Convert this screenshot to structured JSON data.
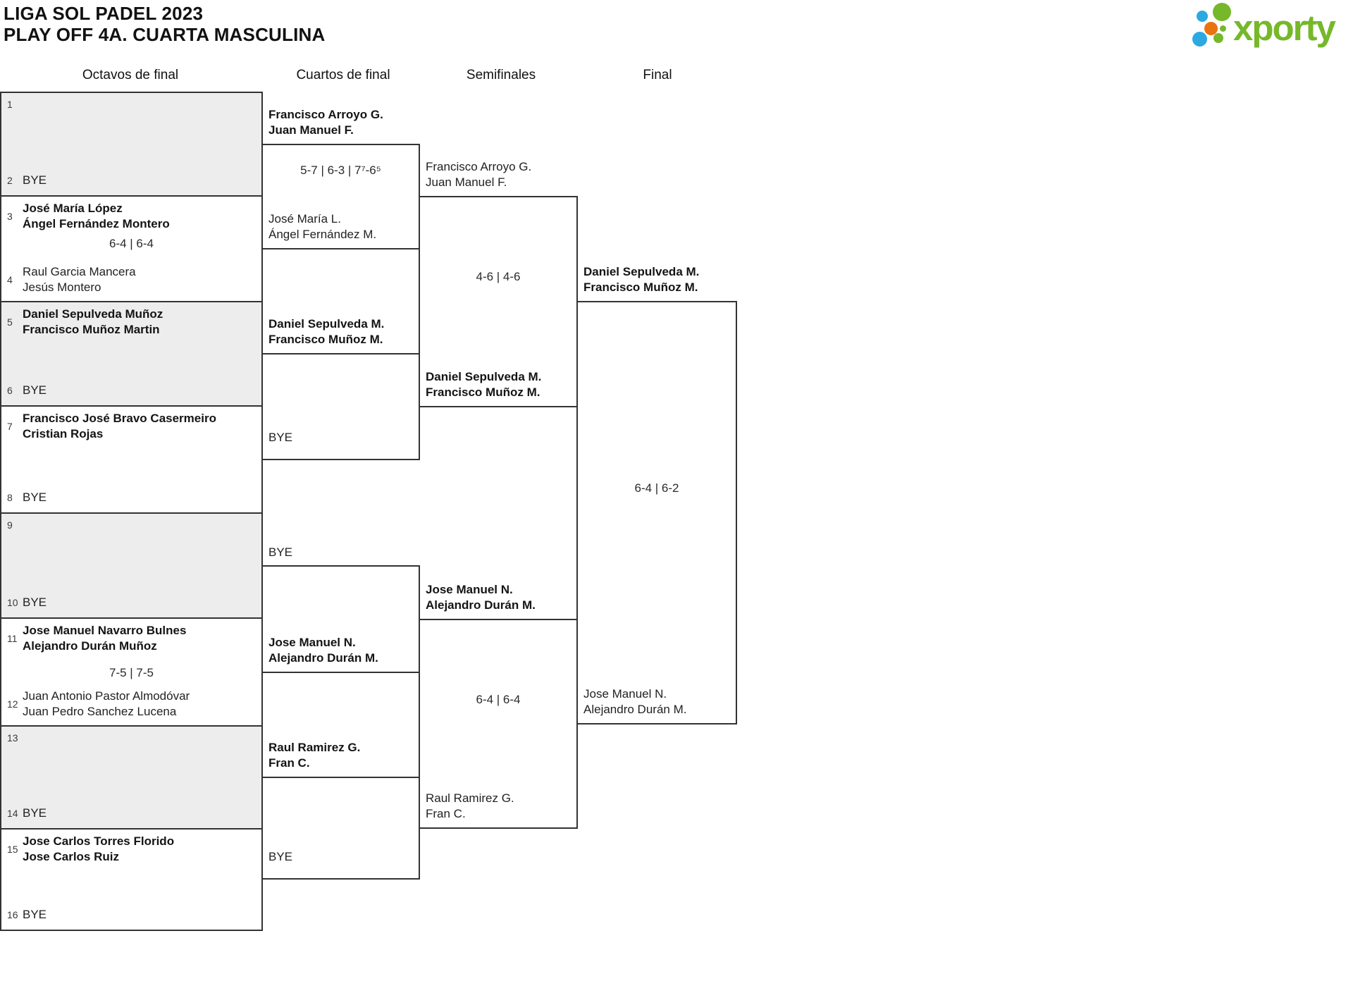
{
  "header": {
    "title_line1": "LIGA SOL PADEL 2023",
    "title_line2": "PLAY OFF 4A. CUARTA MASCULINA"
  },
  "logo": {
    "text": "xporty"
  },
  "colors": {
    "green": "#76b82a",
    "blue": "#2ba9e0",
    "orange": "#e8730f",
    "box_border": "#333333",
    "bye_fill": "#ededed"
  },
  "rounds": [
    "Octavos de final",
    "Cuartos de final",
    "Semifinales",
    "Final"
  ],
  "octavos": {
    "m1": {
      "seed_top": "1",
      "seed_bottom": "2",
      "bottom_bye": "BYE"
    },
    "m2": {
      "seed_top": "3",
      "top_p1": "José María López",
      "top_p2": "Ángel Fernández Montero",
      "score": "6-4 | 6-4",
      "seed_bottom": "4",
      "bottom_p1": "Raul Garcia Mancera",
      "bottom_p2": "Jesús Montero"
    },
    "m3": {
      "seed_top": "5",
      "top_p1": "Daniel Sepulveda Muñoz",
      "top_p2": "Francisco Muñoz Martin",
      "seed_bottom": "6",
      "bottom_bye": "BYE"
    },
    "m4": {
      "seed_top": "7",
      "top_p1": "Francisco José Bravo Casermeiro",
      "top_p2": "Cristian Rojas",
      "seed_bottom": "8",
      "bottom_bye": "BYE"
    },
    "m5": {
      "seed_top": "9",
      "seed_bottom": "10",
      "bottom_bye": "BYE"
    },
    "m6": {
      "seed_top": "11",
      "top_p1": "Jose Manuel Navarro Bulnes",
      "top_p2": "Alejandro Durán Muñoz",
      "score": "7-5 | 7-5",
      "seed_bottom": "12",
      "bottom_p1": "Juan Antonio Pastor Almodóvar",
      "bottom_p2": "Juan Pedro Sanchez Lucena"
    },
    "m7": {
      "seed_top": "13",
      "seed_bottom": "14",
      "bottom_bye": "BYE"
    },
    "m8": {
      "seed_top": "15",
      "top_p1": "Jose Carlos Torres Florido",
      "top_p2": "Jose Carlos Ruiz",
      "seed_bottom": "16",
      "bottom_bye": "BYE"
    }
  },
  "cuartos": {
    "m1": {
      "top_p1": "Francisco Arroyo G.",
      "top_p2": "Juan Manuel F.",
      "score": "5-7 | 6-3 | 7⁷-6⁵",
      "bottom_p1": "José María L.",
      "bottom_p2": "Ángel Fernández M."
    },
    "m2": {
      "top_p1": "Daniel Sepulveda M.",
      "top_p2": "Francisco Muñoz M.",
      "bottom_bye": "BYE"
    },
    "m3": {
      "top_bye": "BYE",
      "bottom_p1": "Jose Manuel N.",
      "bottom_p2": "Alejandro Durán M."
    },
    "m4": {
      "top_p1": "Raul Ramirez G.",
      "top_p2": "Fran C.",
      "bottom_bye": "BYE"
    }
  },
  "semifinales": {
    "m1": {
      "top_p1": "Francisco Arroyo G.",
      "top_p2": "Juan Manuel F.",
      "score": "4-6 | 4-6",
      "bottom_p1": "Daniel Sepulveda M.",
      "bottom_p2": "Francisco Muñoz M."
    },
    "m2": {
      "top_p1": "Jose Manuel N.",
      "top_p2": "Alejandro Durán M.",
      "score": "6-4 | 6-4",
      "bottom_p1": "Raul Ramirez G.",
      "bottom_p2": "Fran C."
    }
  },
  "final": {
    "m1": {
      "top_p1": "Daniel Sepulveda M.",
      "top_p2": "Francisco Muñoz M.",
      "score": "6-4 | 6-2",
      "bottom_p1": "Jose Manuel N.",
      "bottom_p2": "Alejandro Durán M."
    }
  }
}
